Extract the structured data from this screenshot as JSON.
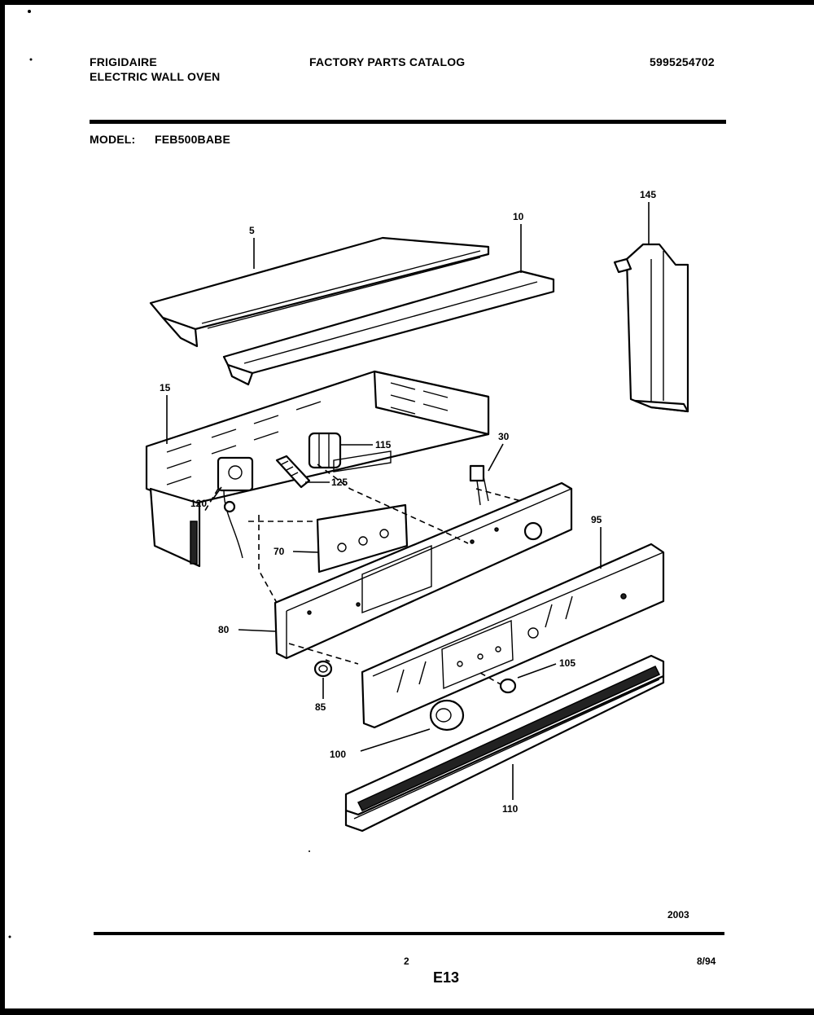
{
  "header": {
    "brand": "FRIGIDAIRE",
    "product": "ELECTRIC WALL OVEN",
    "catalog_title": "FACTORY PARTS CATALOG",
    "catalog_number": "5995254702",
    "model_label": "MODEL:",
    "model_number": "FEB500BABE"
  },
  "callouts": {
    "c5": "5",
    "c10": "10",
    "c145": "145",
    "c15": "15",
    "c115": "115",
    "c30": "30",
    "c125": "125",
    "c120": "120",
    "c70": "70",
    "c95": "95",
    "c80": "80",
    "c105": "105",
    "c85": "85",
    "c100": "100",
    "c110": "110"
  },
  "footer": {
    "drawing_code": "2003",
    "page_number": "2",
    "date": "8/94",
    "section": "E13"
  }
}
